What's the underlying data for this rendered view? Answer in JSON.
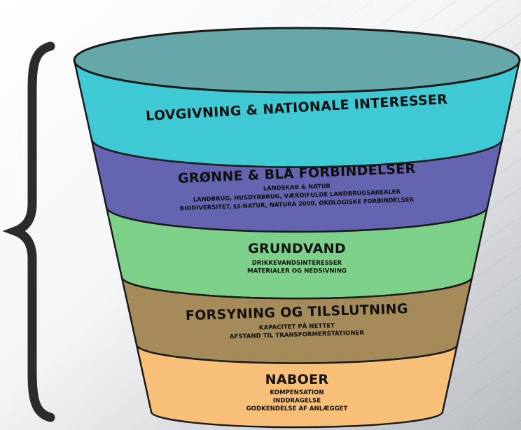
{
  "funnel": {
    "layers": [
      {
        "title": "LOVGIVNING & NATIONALE INTERESSER",
        "details": [],
        "color": "#3fc9d4"
      },
      {
        "title": "GRØNNE & BLÅ FORBINDELSER",
        "details": [
          "LANDSKAB & NATUR",
          "LANDBRUG, HUSDYRBRUG, VÆRDIFULDE LANDBRUGSAREALER",
          "BIODIVERSITET, §3-NATUR, NATURA 2000, ØKOLOGISKE FORBINDELSER"
        ],
        "color": "#6464b0"
      },
      {
        "title": "GRUNDVAND",
        "details": [
          "DRIKKEVANDSINTERESSER",
          "MATERIALER OG NEDSIVNING"
        ],
        "color": "#7dd08a"
      },
      {
        "title": "FORSYNING OG TILSLUTNING",
        "details": [
          "KAPACITET PÅ NETTET",
          "AFSTAND TIL TRANSFORMERSTATIONER"
        ],
        "color": "#a58a5a"
      },
      {
        "title": "NABOER",
        "details": [
          "KOMPENSATION",
          "INDDRAGELSE",
          "GODKENDELSE AF ANLÆGGET"
        ],
        "color": "#f7bf78"
      }
    ],
    "rim_color": "#66a8aa",
    "brace_color": "#2b2b2b"
  }
}
